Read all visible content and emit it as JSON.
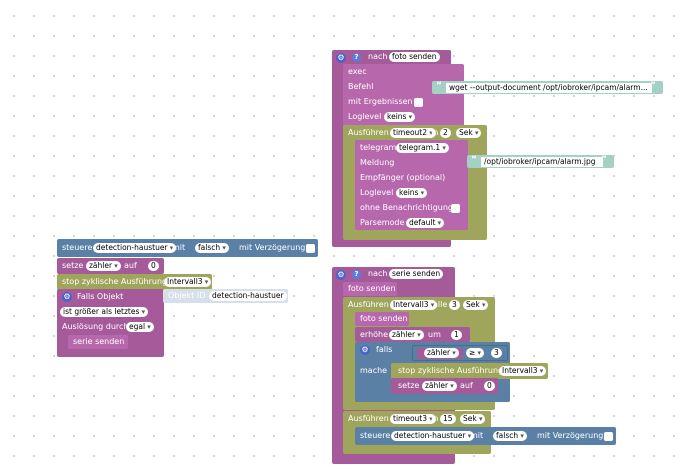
{
  "block1": {
    "header": "nach",
    "trigger": "foto senden",
    "exec": "exec",
    "befehl": "Befehl",
    "command": "wget --output-document /opt/iobroker/ipcam/alarm...",
    "mit_ergebnissen": "mit Ergebnissen",
    "loglevel": "Loglevel",
    "loglevel_val": "keins",
    "ausfuehren": "Ausführen",
    "timeout_var": "timeout2",
    "in": "in",
    "delay": "2",
    "unit": "Sek",
    "telegram": "telegram",
    "telegram_inst": "telegram.1",
    "meldung": "Meldung",
    "message": "/opt/iobroker/ipcam/alarm.jpg",
    "empfaenger": "Empfänger (optional)",
    "loglevel2": "Loglevel",
    "loglevel2_val": "keins",
    "ohne_benachrichtigung": "ohne Benachrichtigung",
    "parsemode": "Parsemode",
    "parsemode_val": "default"
  },
  "block2": {
    "steuere": "steuere",
    "object": "detection-haustuer",
    "mit": "mit",
    "value": "falsch",
    "mit_verzoegerung": "mit Verzögerung",
    "setze": "setze",
    "var": "zähler",
    "auf": "auf",
    "zero": "0",
    "stop": "stop zyklische Ausführung",
    "interval": "Intervall3",
    "falls_objekt": "Falls Objekt",
    "objekt_id": "Objekt ID",
    "objekt_val": "detection-haustuer",
    "condition": "ist größer als letztes",
    "ausloesung": "Auslösung durch",
    "egal": "egal",
    "call": "serie senden"
  },
  "block3": {
    "header": "nach",
    "trigger": "serie senden",
    "foto_senden": "foto senden",
    "ausfuehren": "Ausführen",
    "interval": "Intervall3",
    "alle": "alle",
    "every": "3",
    "unit": "Sek",
    "foto_senden2": "foto senden",
    "erhoehe": "erhöhe",
    "var": "zähler",
    "um": "um",
    "inc": "1",
    "falls": "falls",
    "cmp_var": "zähler",
    "op": "≥",
    "cmp_val": "3",
    "mache": "mache",
    "stop": "stop zyklische Ausführung",
    "stop_interval": "Intervall3",
    "setze": "setze",
    "setze_var": "zähler",
    "auf": "auf",
    "zero": "0",
    "ausfuehren2": "Ausführen",
    "timeout_var": "timeout3",
    "in": "in",
    "delay": "15",
    "unit2": "Sek",
    "steuere": "steuere",
    "object": "detection-haustuer",
    "mit": "mit",
    "value": "falsch",
    "mit_verzoegerung": "mit Verzögerung"
  },
  "colors": {
    "procedure": "#a55b9a",
    "timer": "#9fa55b",
    "control": "#5b80a5",
    "text": "#a5d0c6"
  }
}
